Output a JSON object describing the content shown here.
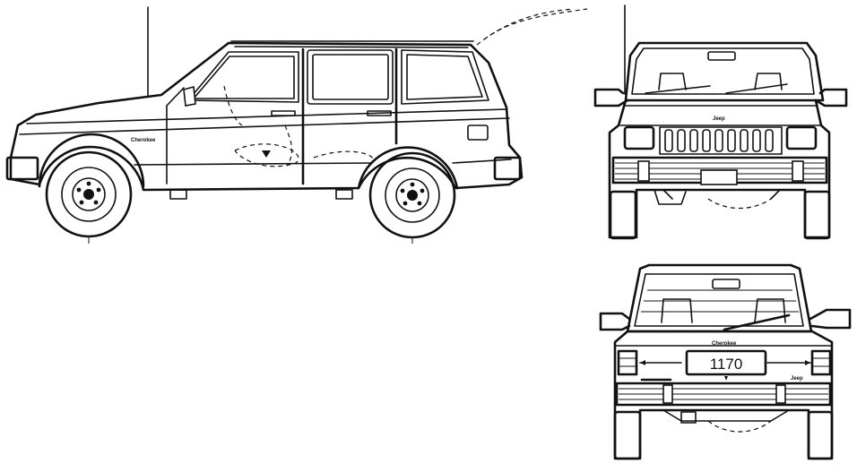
{
  "side_view": {
    "badge": "Cherokee"
  },
  "front_view": {
    "grille_badge": "Jeep"
  },
  "rear_view": {
    "badge": "Cherokee",
    "plate_number": "1170",
    "brand": "Jeep"
  },
  "colors": {
    "line": "#111111",
    "paper": "#ffffff"
  }
}
